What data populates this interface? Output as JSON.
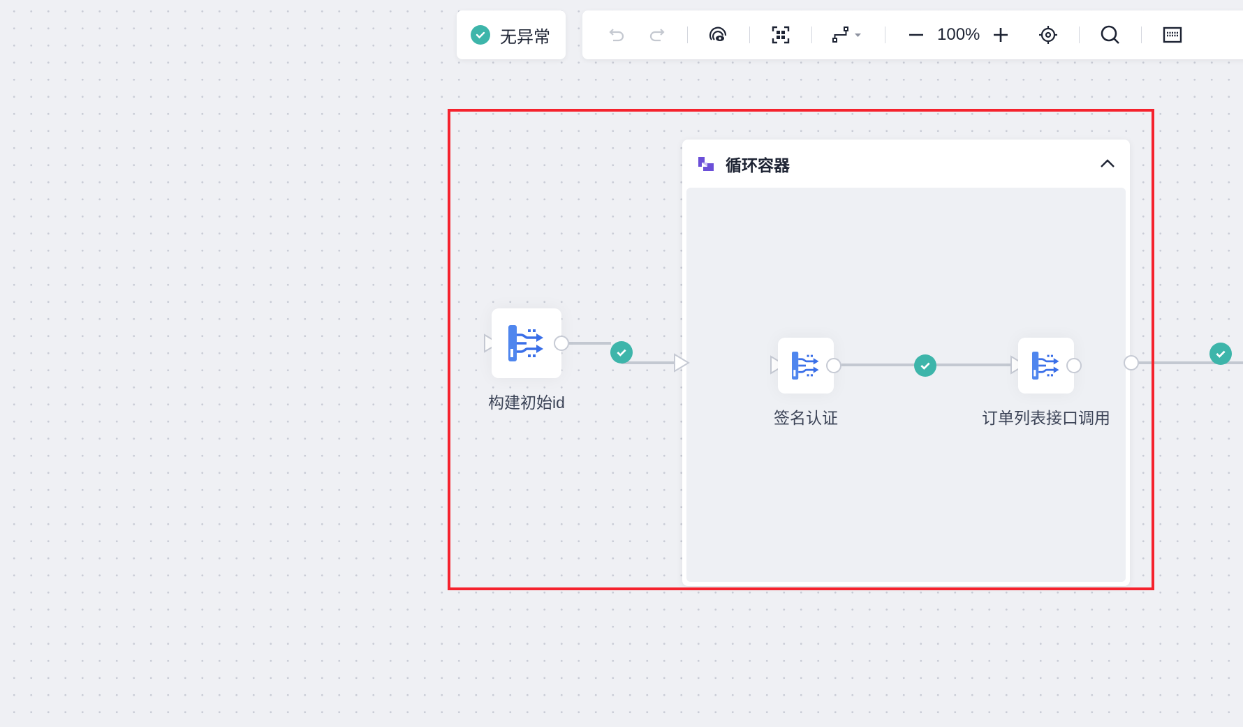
{
  "status": {
    "label": "无异常",
    "icon": "check-circle-icon",
    "color": "#3db5aa"
  },
  "toolbar": {
    "zoom_level": "100%",
    "items": [
      "undo-icon",
      "redo-icon",
      "preview-icon",
      "fit-view-icon",
      "line-style-icon",
      "zoom-out-icon",
      "zoom-in-icon",
      "locate-icon",
      "search-icon",
      "keyboard-icon"
    ]
  },
  "container": {
    "title": "循环容器"
  },
  "nodes": [
    {
      "label": "构建初始id"
    },
    {
      "label": "签名认证"
    },
    {
      "label": "订单列表接口调用"
    }
  ],
  "colors": {
    "highlight": "#f5222d",
    "node_icon": "#3a6fe8",
    "success": "#3db5aa"
  }
}
